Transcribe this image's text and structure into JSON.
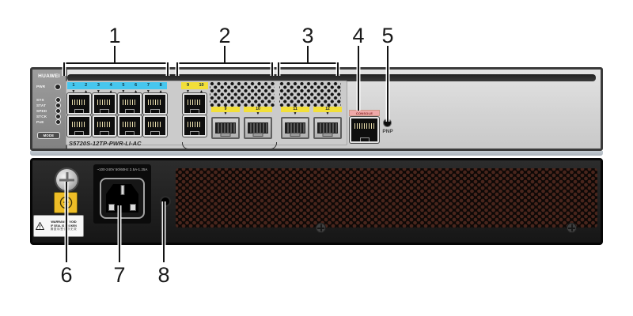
{
  "callouts": {
    "top": [
      "1",
      "2",
      "3",
      "4",
      "5"
    ],
    "bottom": [
      "6",
      "7",
      "8"
    ]
  },
  "front": {
    "brand": "HUAWEI",
    "model": "S5720S-12TP-PWR-LI-AC",
    "pwr_label": "PWR",
    "led_labels": [
      "SYS",
      "STAT",
      "SPED",
      "STCK",
      "PoE"
    ],
    "mode_label": "MODE",
    "eth_numbers": [
      "1",
      "2",
      "3",
      "4",
      "5",
      "6",
      "7",
      "8"
    ],
    "eth_arrows": [
      "▼",
      "▲",
      "▼",
      "▲",
      "▼",
      "▲",
      "▼",
      "▲"
    ],
    "combo_numbers": [
      "9",
      "10"
    ],
    "combo_arrows": [
      "▼",
      "▲"
    ],
    "sfp_numbers": [
      "9",
      "10",
      "11",
      "12"
    ],
    "sfp_arrow": "▼",
    "console_label": "CONSOLE",
    "pnp_label": "PNP"
  },
  "rear": {
    "power_rating": "~100-240V 50/60Hz 2.5A-1.25A",
    "warranty_line1": "WARRANTY VOID",
    "warranty_line2": "IF SEAL IS BROKEN",
    "warranty_line3": "撕毁标签保修无效"
  },
  "colors": {
    "port_strip_blue": "#46c6ee",
    "label_yellow": "#f2df39",
    "console_pink": "#efa9a9",
    "ground_label_yellow": "#eebd27",
    "vent_hex": "#49251c"
  }
}
